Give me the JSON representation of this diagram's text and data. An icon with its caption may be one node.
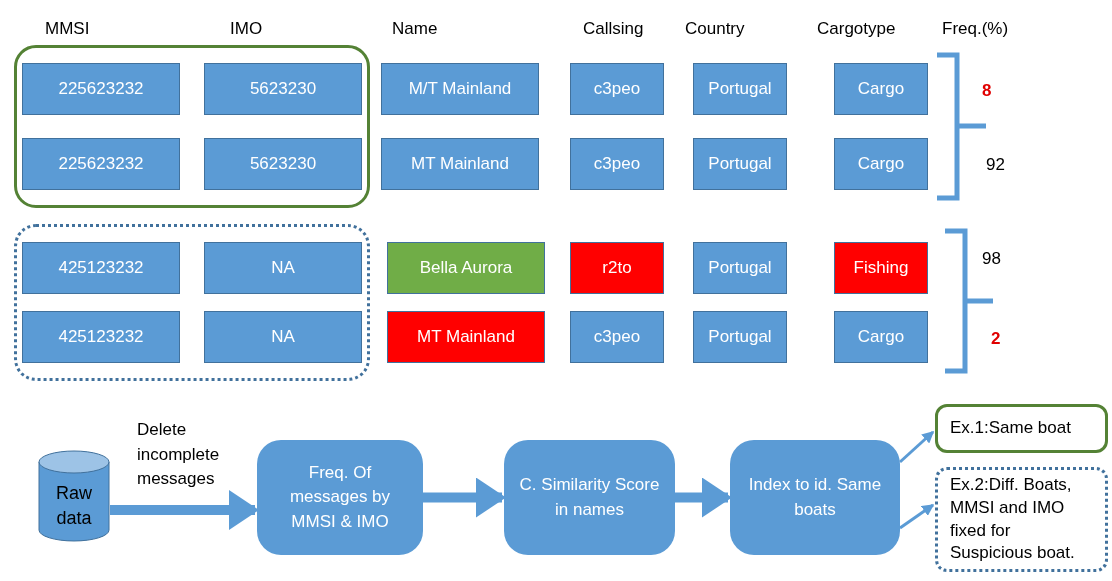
{
  "diagram": {
    "nodes": [
      {
        "text": [],
        "shape": "box"
      },
      {
        "text": [
          "225623232"
        ],
        "in": 0
      },
      {
        "text": [
          "5623230"
        ],
        "in": 0
      },
      {
        "text": [
          "M/T Mainland"
        ]
      },
      {
        "text": [
          "c3peo"
        ]
      },
      {
        "text": [
          "Portugal"
        ]
      },
      {
        "text": [
          "Cargo"
        ]
      },
      {
        "text": [
          "225623232"
        ],
        "in": 0
      },
      {
        "text": [
          "5623230"
        ],
        "in": 0
      },
      {
        "text": [
          "MT Mainland"
        ]
      },
      {
        "text": [
          "c3peo"
        ]
      },
      {
        "text": [
          "Portugal"
        ]
      },
      {
        "text": [
          "Cargo"
        ]
      },
      {
        "text": [],
        "shape": "box"
      },
      {
        "text": [
          "425123232"
        ],
        "in": 13
      },
      {
        "text": [
          "NA"
        ],
        "in": 13
      },
      {
        "text": [
          "Bella Aurora"
        ]
      },
      {
        "text": [
          "r2to"
        ]
      },
      {
        "text": [
          "Portugal"
        ]
      },
      {
        "text": [
          "Fishing"
        ]
      },
      {
        "text": [
          "425123232"
        ],
        "in": 13
      },
      {
        "text": [
          "NA"
        ],
        "in": 13
      },
      {
        "text": [
          "MT Mainland"
        ]
      },
      {
        "text": [
          "c3peo"
        ]
      },
      {
        "text": [
          "Portugal"
        ]
      },
      {
        "text": [
          "Cargo"
        ]
      },
      {
        "text": [
          "Raw data"
        ]
      },
      {
        "text": [
          "Freq. Of messages by MMSI & IMO"
        ]
      },
      {
        "text": [
          "C. Similarity Score in names"
        ]
      },
      {
        "text": [
          "Index to id. Same boats"
        ]
      },
      {
        "text": [
          "Ex.1:Same boat"
        ]
      },
      {
        "text": [
          "Ex.2:Diff. Boats, MMSI and IMO fixed for Suspicious boat."
        ]
      }
    ],
    "edges": [
      {
        "from": 26,
        "to": 27,
        "arrow": "to",
        "label": "Delete incomplete messages"
      },
      {
        "from": 27,
        "to": 28,
        "arrow": "to"
      },
      {
        "from": 28,
        "to": 29,
        "arrow": "to"
      },
      {
        "from": 29,
        "to": 30,
        "arrow": "to"
      },
      {
        "from": 29,
        "to": 31,
        "arrow": "to"
      }
    ],
    "labels": [
      "MMSI",
      "IMO",
      "Name",
      "Callsing",
      "Country",
      "Cargotype",
      "Freq.(%)",
      "8",
      "92",
      "98",
      "2"
    ]
  }
}
